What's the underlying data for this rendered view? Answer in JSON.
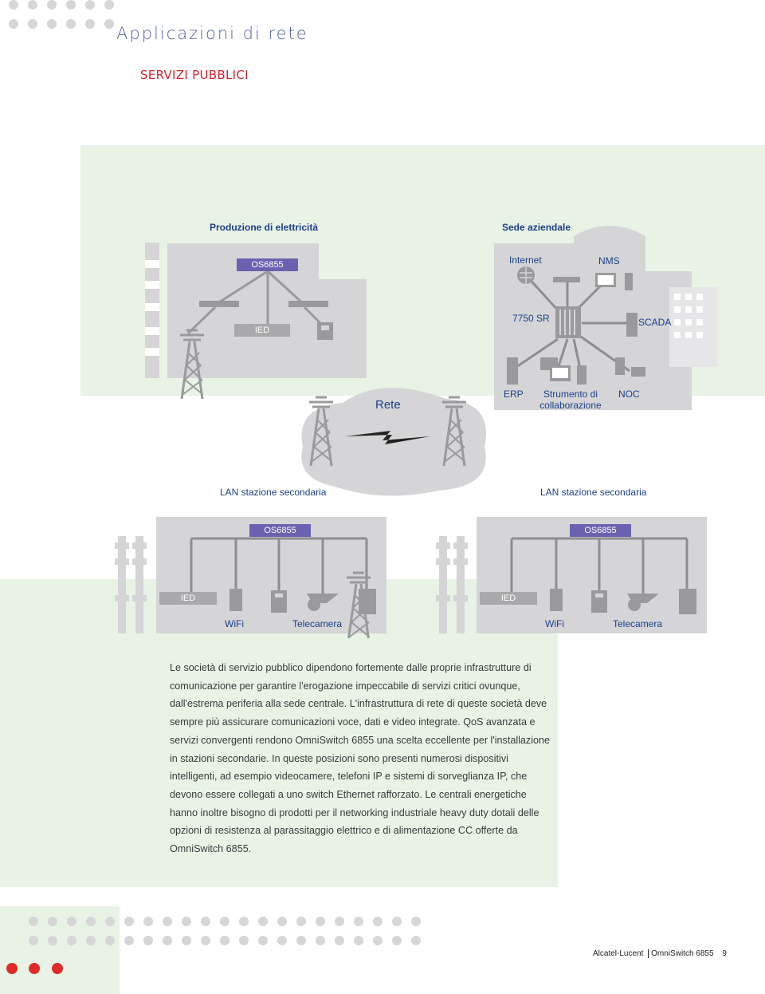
{
  "header": {
    "title": "Applicazioni di rete",
    "subtitle": "SERVIZI PUBBLICI"
  },
  "diagram": {
    "power_plant": {
      "title": "Produzione di elettricità",
      "switch": "OS6855",
      "ied": "IED"
    },
    "headquarters": {
      "title": "Sede aziendale",
      "internet": "Internet",
      "nms": "NMS",
      "router": "7750 SR",
      "scada": "SCADA",
      "erp": "ERP",
      "collab": "Strumento di collaborazione",
      "noc": "NOC"
    },
    "network": {
      "label": "Rete"
    },
    "substation_left": {
      "title": "LAN stazione secondaria",
      "switch": "OS6855",
      "ied": "IED",
      "wifi": "WiFi",
      "camera": "Telecamera"
    },
    "substation_right": {
      "title": "LAN stazione secondaria",
      "switch": "OS6855",
      "ied": "IED",
      "wifi": "WiFi",
      "camera": "Telecamera"
    }
  },
  "body_text": "Le società di servizio pubblico dipendono fortemente dalle proprie infrastrutture di comunicazione per garantire l'erogazione impeccabile di servizi critici ovunque, dall'estrema periferia alla sede centrale. L'infrastruttura di rete di queste società deve sempre più assicurare comunicazioni voce, dati e video integrate. QoS avanzata e servizi convergenti rendono OmniSwitch 6855 una scelta eccellente per l'installazione in stazioni secondarie. In queste posizioni sono presenti numerosi dispositivi intelligenti, ad esempio videocamere, telefoni IP e sistemi di sorveglianza IP, che devono essere collegati a uno switch Ethernet rafforzato. Le centrali energetiche hanno inoltre bisogno di prodotti per il networking industriale heavy duty dotali delle opzioni di resistenza al parassitaggio elettrico e di alimentazione CC offerte da OmniSwitch 6855.",
  "footer": {
    "brand": "Alcatel-Lucent",
    "product": "OmniSwitch 6855",
    "page": "9"
  },
  "colors": {
    "accent_blue": "#1c3f8c",
    "title_purple": "#5560a8",
    "subtitle_red": "#d8232a",
    "switch_purple": "#6a62b0",
    "panel_green": "#e8f3e6",
    "building_gray": "#d5d5d7"
  }
}
